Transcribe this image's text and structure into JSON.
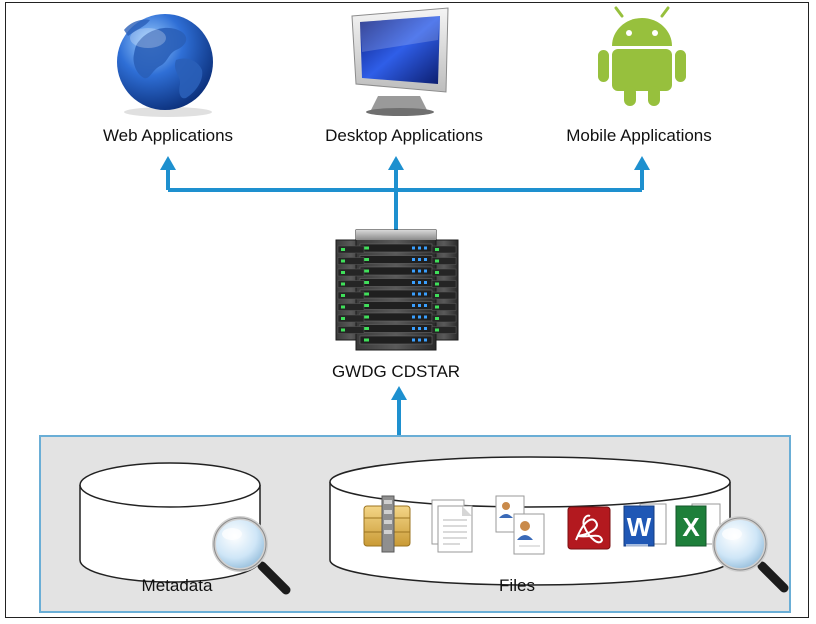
{
  "clients": {
    "web": {
      "label": "Web Applications",
      "icon": "globe-icon"
    },
    "desktop": {
      "label": "Desktop Applications",
      "icon": "monitor-icon"
    },
    "mobile": {
      "label": "Mobile Applications",
      "icon": "android-icon"
    }
  },
  "server": {
    "label": "GWDG CDSTAR",
    "icon": "server-rack-icon"
  },
  "storage": {
    "metadata": {
      "label": "Metadata",
      "icon": "magnifier-icon"
    },
    "files": {
      "label": "Files",
      "file_icons": [
        "archive-icon",
        "document-icon",
        "contacts-icon",
        "pdf-icon",
        "word-icon",
        "excel-icon"
      ],
      "word_letter": "W",
      "excel_letter": "X"
    }
  },
  "colors": {
    "connector": "#1e90cf",
    "storage_bg": "#e3e3e3",
    "storage_border": "#6aaed6",
    "android_green": "#97c03d"
  }
}
